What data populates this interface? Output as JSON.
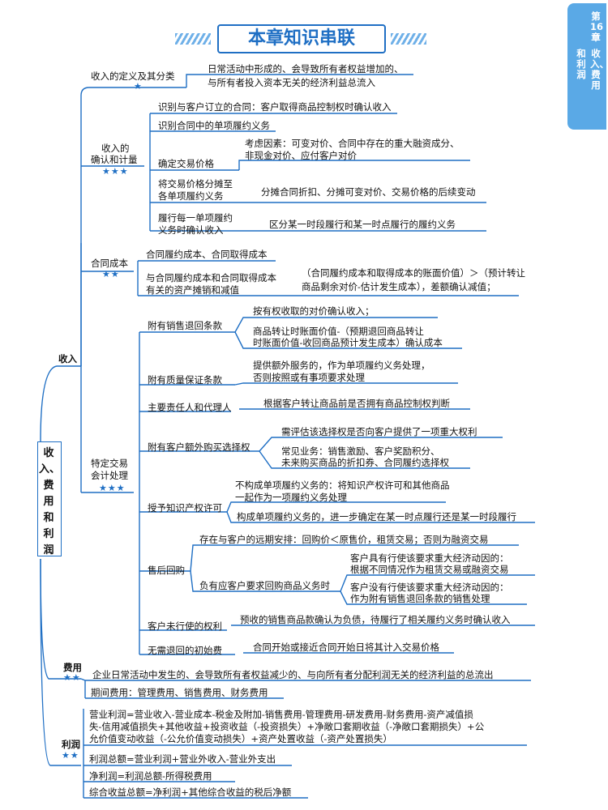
{
  "title": "本章知识串联",
  "side_tab": {
    "line1": "第16章",
    "line2": "收入、费用",
    "line3": "和利润"
  },
  "root": "收入、费用和利润",
  "l1": {
    "revenue": "收入",
    "expense": "费用",
    "profit": "利润"
  },
  "stars": {
    "three": "★★★",
    "two": "★★",
    "one": "★"
  },
  "rev_def": {
    "label": "收入的定义及其分类",
    "d1": "日常活动中形成的、会导致所有者权益增加的、",
    "d2": "与所有者投入资本无关的经济利益总流入"
  },
  "recog": {
    "l1": "收入的",
    "l2": "确认和计量",
    "s1": "识别与客户订立的合同：客户取得商品控制权时确认收入",
    "s2": "识别合同中的单项履约义务",
    "s3": "确定交易价格",
    "s3d1": "考虑因素：可变对价、合同中存在的重大融资成分、",
    "s3d2": "非现金对价、应付客户对价",
    "s4a": "将交易价格分摊至",
    "s4b": "各单项履约义务",
    "s4d": "分摊合同折扣、分摊可变对价、交易价格的后续变动",
    "s5a": "履行每一单项履约",
    "s5b": "义务时确认收入",
    "s5d": "区分某一时段履行和某一时点履行的履约义务"
  },
  "contract": {
    "label": "合同成本",
    "c1": "合同履约成本、合同取得成本",
    "c2a": "与合同履约成本和合同取得成本",
    "c2b": "有关的资产摊销和减值",
    "c2d1": "（合同履约成本和取得成本的账面价值）＞（预计转让",
    "c2d2": "商品剩余对价-估计发生成本），差额确认减值；"
  },
  "special": {
    "l1": "特定交易",
    "l2": "会计处理",
    "ret": "附有销售退回条款",
    "ret1": "按有权收取的对价确认收入；",
    "ret2a": "商品转让时账面价值-（预期退回商品转让",
    "ret2b": "时账面价值-收回商品预计发生成本）确认成本",
    "war": "附有质量保证条款",
    "war1": "提供额外服务的，作为单项履约义务处理，",
    "war2": "否则按照或有事项要求处理",
    "agent": "主要责任人和代理人",
    "agent1": "根据客户转让商品前是否拥有商品控制权判断",
    "opt": "附有客户额外购买选择权",
    "opt1": "需评估该选择权是否向客户提供了一项重大权利",
    "opt2a": "常见业务：销售激励、客户奖励积分、",
    "opt2b": "未来购买商品的折扣券、合同履约选择权",
    "ip": "授予知识产权许可",
    "ip1a": "不构成单项履约义务的：将知识产权许可和其他商品",
    "ip1b": "一起作为一项履约义务处理",
    "ip2": "构成单项履约义务的，进一步确定在某一时点履行还是某一时段履行",
    "rep": "售后回购",
    "rep1": "存在与客户的远期安排：回购价＜原售价，租赁交易；否则为融资交易",
    "rep2": "负有应客户要求回购商品义务时",
    "rep2a1": "客户具有行使该要求重大经济动因的：",
    "rep2a2": "根据不同情况作为租赁交易或融资交易",
    "rep2b1": "客户没有行使该要求重大经济动因的：",
    "rep2b2": "作为附有销售退回条款的销售处理",
    "unex": "客户未行使的权利",
    "unex1": "预收的销售商品款确认为负债，待履行了相关履约义务时确认收入",
    "fee": "无需退回的初始费",
    "fee1": "合同开始或接近合同开始日将其计入交易价格"
  },
  "expense": {
    "d1": "企业日常活动中发生的、会导致所有者权益减少的、与向所有者分配利润无关的经济利益的总流出",
    "d2": "期间费用：管理费用、销售费用、财务费用"
  },
  "profit": {
    "p1": "营业利润=营业收入-营业成本-税金及附加-销售费用-管理费用-研发费用-财务费用-资产减值损",
    "p2": "失-信用减值损失+其他收益+投资收益（-投资损失）+净敞口套期收益（-净敞口套期损失）+公",
    "p3": "允价值变动收益（-公允价值变动损失）+资产处置收益（-资产处置损失）",
    "p4": "利润总额=营业利润+营业外收入-营业外支出",
    "p5": "净利润=利润总额-所得税费用",
    "p6": "综合收益总额=净利润+其他综合收益的税后净额"
  },
  "colors": {
    "accent": "#1f6fc4",
    "tab": "#5aa9e6"
  }
}
